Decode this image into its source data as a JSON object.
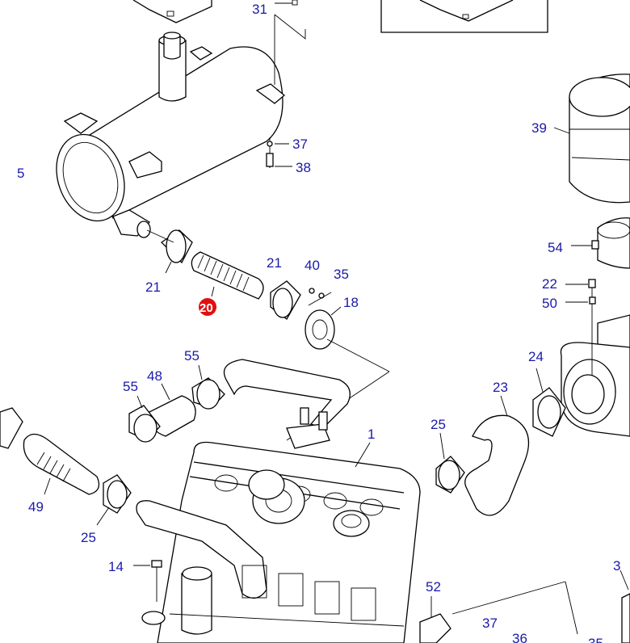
{
  "diagram": {
    "labels": [
      "31",
      "5",
      "37",
      "38",
      "39",
      "54",
      "22",
      "50",
      "21",
      "21",
      "40",
      "35",
      "18",
      "20",
      "55",
      "48",
      "55",
      "24",
      "23",
      "25",
      "1",
      "49",
      "25",
      "14",
      "52",
      "37",
      "36",
      "3",
      "35"
    ],
    "highlight_color": "#e01010",
    "label_color": "#1a1aa8"
  }
}
